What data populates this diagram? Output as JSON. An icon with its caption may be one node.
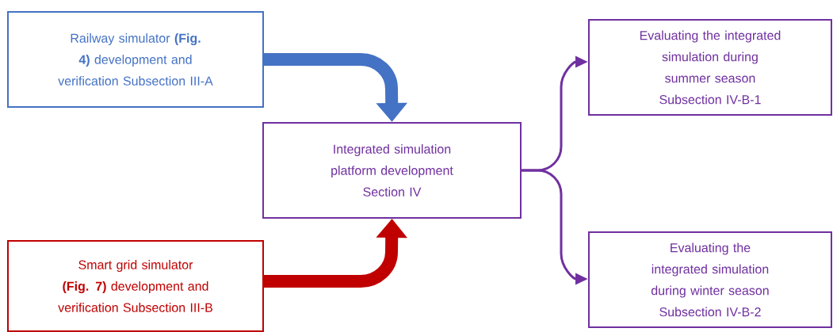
{
  "diagram": {
    "nodes": [
      {
        "text": [
          "Railway simulator **(Fig. 4)** development and verification Subsection III-A"
        ]
      },
      {
        "text": [
          "Smart grid simulator **(Fig. 7)** development and verification Subsection III-B"
        ]
      },
      {
        "text": [
          "Integrated simulation platform development Section IV"
        ]
      },
      {
        "text": [
          "Evaluating the integrated simulation during summer season Subsection IV-B-1"
        ]
      },
      {
        "text": [
          "Evaluating the integrated simulation during winter season Subsection IV-B-2"
        ]
      }
    ],
    "edges": [
      {
        "from": 0,
        "to": 2,
        "arrow": "to",
        "style": "thick",
        "color": "#4472c4"
      },
      {
        "from": 1,
        "to": 2,
        "arrow": "to",
        "style": "thick",
        "color": "#c00000"
      },
      {
        "from": 2,
        "to": 3,
        "arrow": "to",
        "color": "#7030a0"
      },
      {
        "from": 2,
        "to": 4,
        "arrow": "to",
        "color": "#7030a0"
      }
    ]
  }
}
